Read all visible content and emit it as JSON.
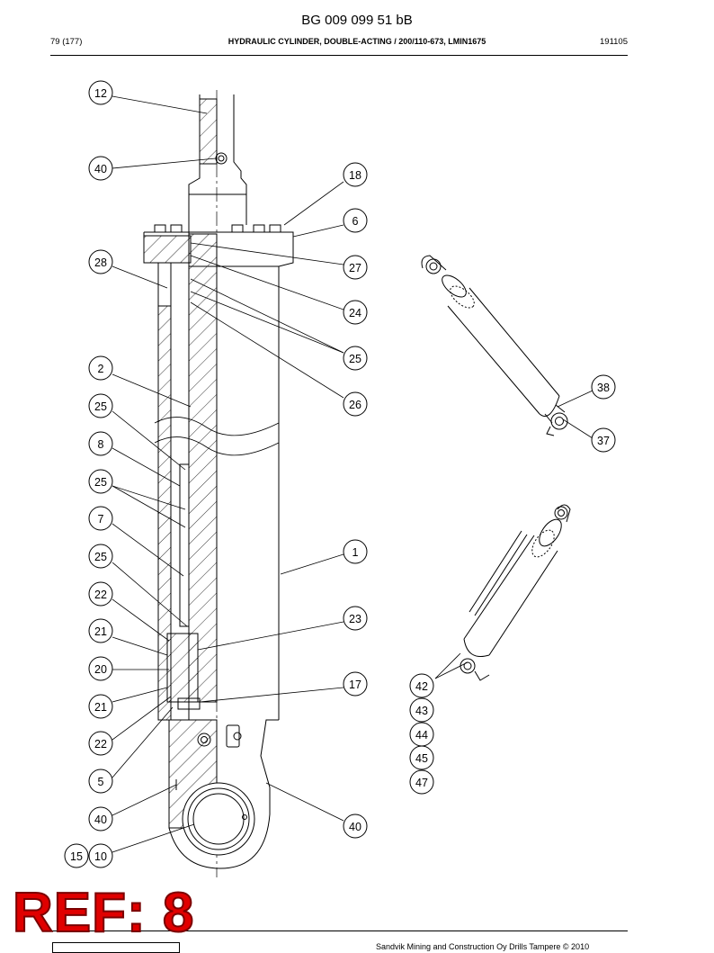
{
  "header": {
    "doc_id": "BG 009 099 51 bB",
    "page": "79 (177)",
    "title": "HYDRAULIC CYLINDER, DOUBLE-ACTING / 200/110-673, LMIN1675",
    "code": "191105"
  },
  "callouts": {
    "c12": "12",
    "c40a": "40",
    "c18": "18",
    "c6": "6",
    "c28": "28",
    "c27": "27",
    "c24": "24",
    "c25a": "25",
    "c2": "2",
    "c26": "26",
    "c25b": "25",
    "c8": "8",
    "c25c": "25",
    "c7": "7",
    "c1": "1",
    "c25d": "25",
    "c22a": "22",
    "c23": "23",
    "c21a": "21",
    "c20": "20",
    "c17": "17",
    "c21b": "21",
    "c22b": "22",
    "c5": "5",
    "c40b": "40",
    "c40c": "40",
    "c15": "15",
    "c10": "10",
    "c38": "38",
    "c37": "37",
    "c42": "42",
    "c43": "43",
    "c44": "44",
    "c45": "45",
    "c47": "47"
  },
  "stamp": {
    "ref_text": "REF: 8"
  },
  "footer": {
    "copyright": "Sandvik Mining and Construction Oy Drills Tampere © 2010"
  }
}
